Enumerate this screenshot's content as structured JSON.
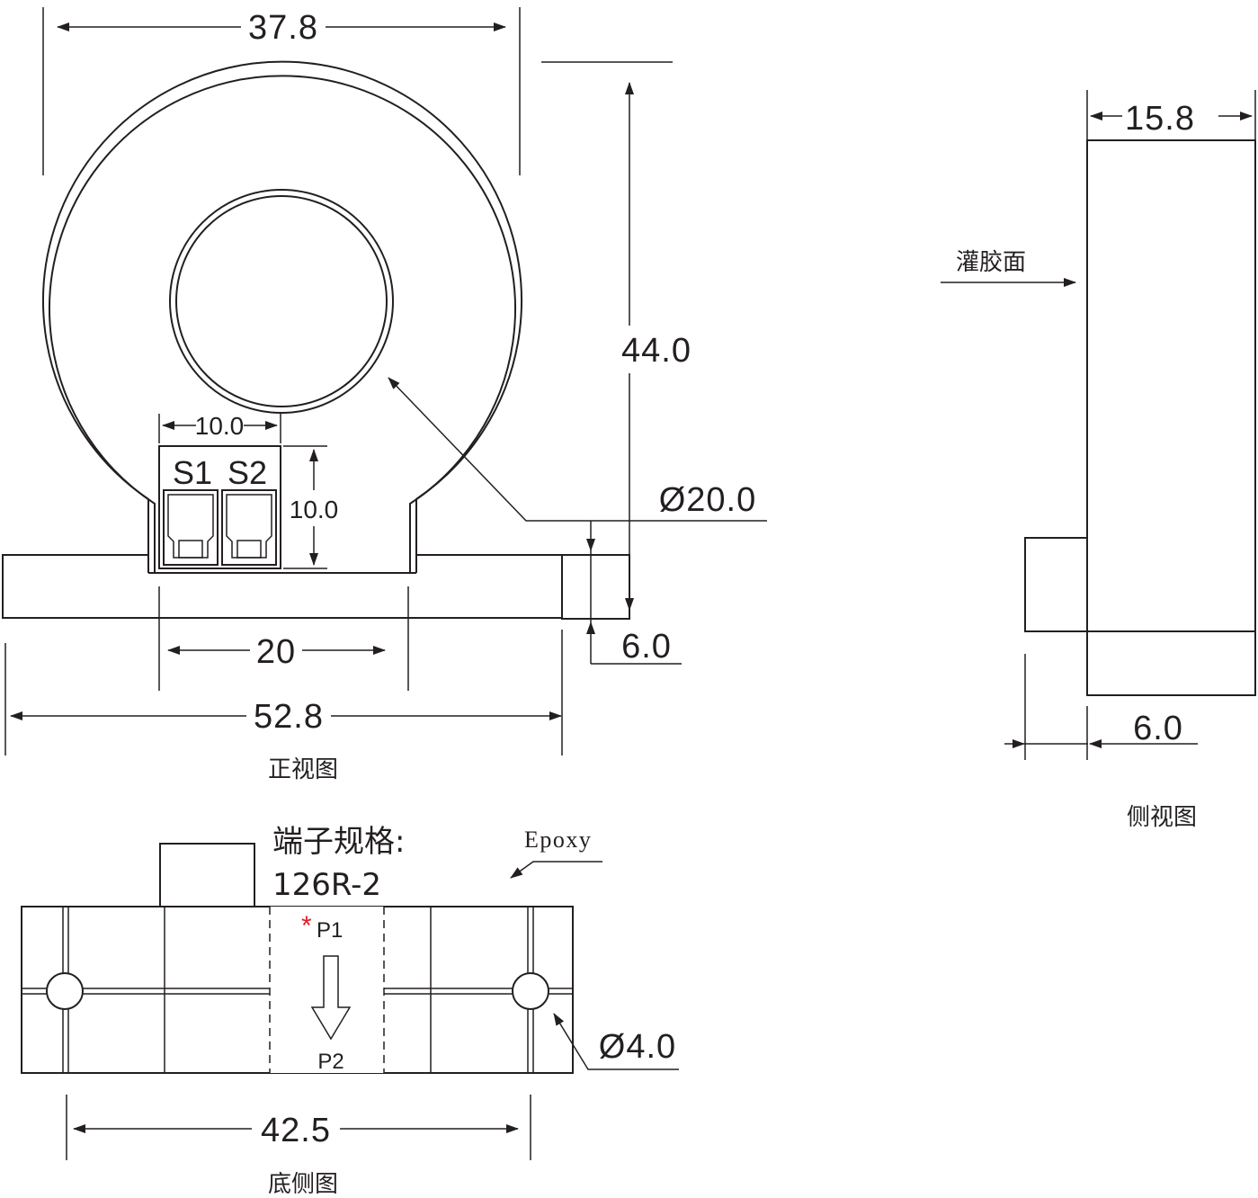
{
  "front_view": {
    "caption": "正视图",
    "terminal_label_s1": "S1",
    "terminal_label_s2": "S2",
    "dim_outer_width": "37.8",
    "dim_height": "44.0",
    "dim_hole_diameter": "Ø20.0",
    "dim_terminal_width": "10.0",
    "dim_terminal_height": "10.0",
    "dim_base_thickness": "6.0",
    "dim_pin_spacing": "20",
    "dim_base_width": "52.8"
  },
  "side_view": {
    "caption": "侧视图",
    "dim_thickness": "15.8",
    "potting_face_label": "灌胶面",
    "dim_base_offset": "6.0"
  },
  "bottom_view": {
    "caption": "底侧图",
    "terminal_spec_title": "端子规格:",
    "terminal_spec_value": "126R-2",
    "material_label": "Epoxy",
    "pin_p1": "P1",
    "pin_p1_marker": "*",
    "pin_p2": "P2",
    "dim_hole_diameter": "Ø4.0",
    "dim_hole_spacing": "42.5"
  },
  "colors": {
    "line": "#231f20",
    "marker": "#e31e24",
    "background": "#ffffff"
  }
}
